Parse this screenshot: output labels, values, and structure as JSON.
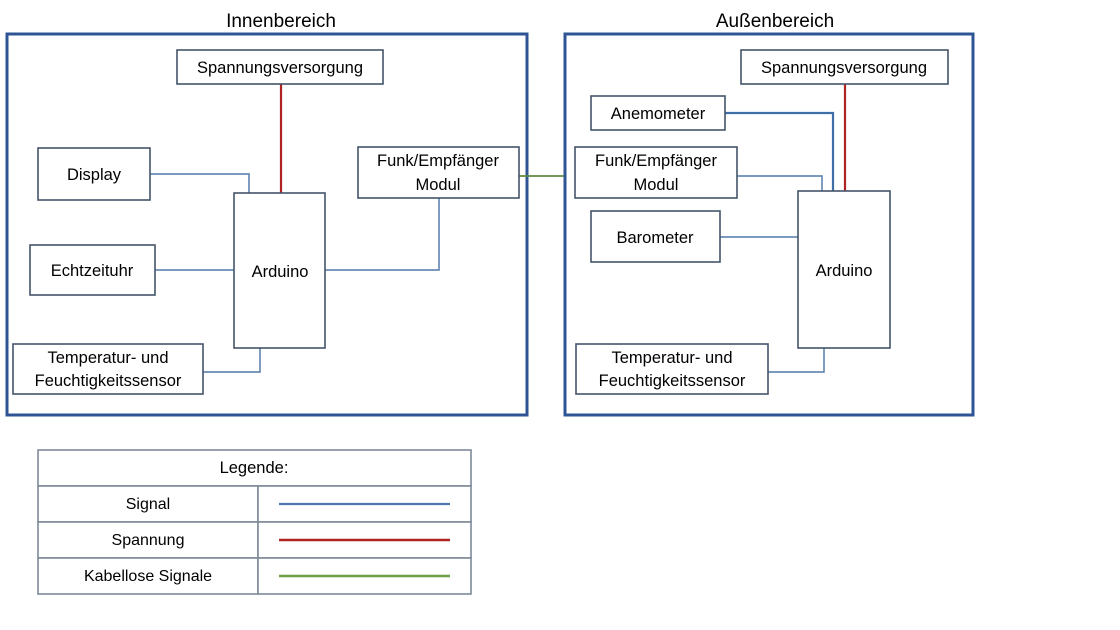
{
  "panels": [
    {
      "id": "indoor",
      "title": "Innenbereich",
      "nodes": {
        "power": "Spannungsversorgung",
        "display": "Display",
        "clock": "Echtzeituhr",
        "temp_line1": "Temperatur- und",
        "temp_line2": "Feuchtigkeitssensor",
        "radio_line1": "Funk/Empfänger",
        "radio_line2": "Modul",
        "mcu": "Arduino"
      }
    },
    {
      "id": "outdoor",
      "title": "Außenbereich",
      "nodes": {
        "power": "Spannungsversorgung",
        "anemometer": "Anemometer",
        "barometer": "Barometer",
        "temp_line1": "Temperatur- und",
        "temp_line2": "Feuchtigkeitssensor",
        "radio_line1": "Funk/Empfänger",
        "radio_line2": "Modul",
        "mcu": "Arduino"
      }
    }
  ],
  "legend": {
    "title": "Legende:",
    "rows": [
      {
        "label": "Signal",
        "color": "#4f78ad"
      },
      {
        "label": "Spannung",
        "color": "#b02323"
      },
      {
        "label": "Kabellose Signale",
        "color": "#6f9f46"
      }
    ]
  },
  "colors": {
    "panel_border": "#2e5496",
    "node_border": "#44546a",
    "signal": "#6a8bb5",
    "power": "#b02323",
    "wireless": "#5f8a3f",
    "legend_border": "#7f8a99",
    "background": "#ffffff"
  }
}
